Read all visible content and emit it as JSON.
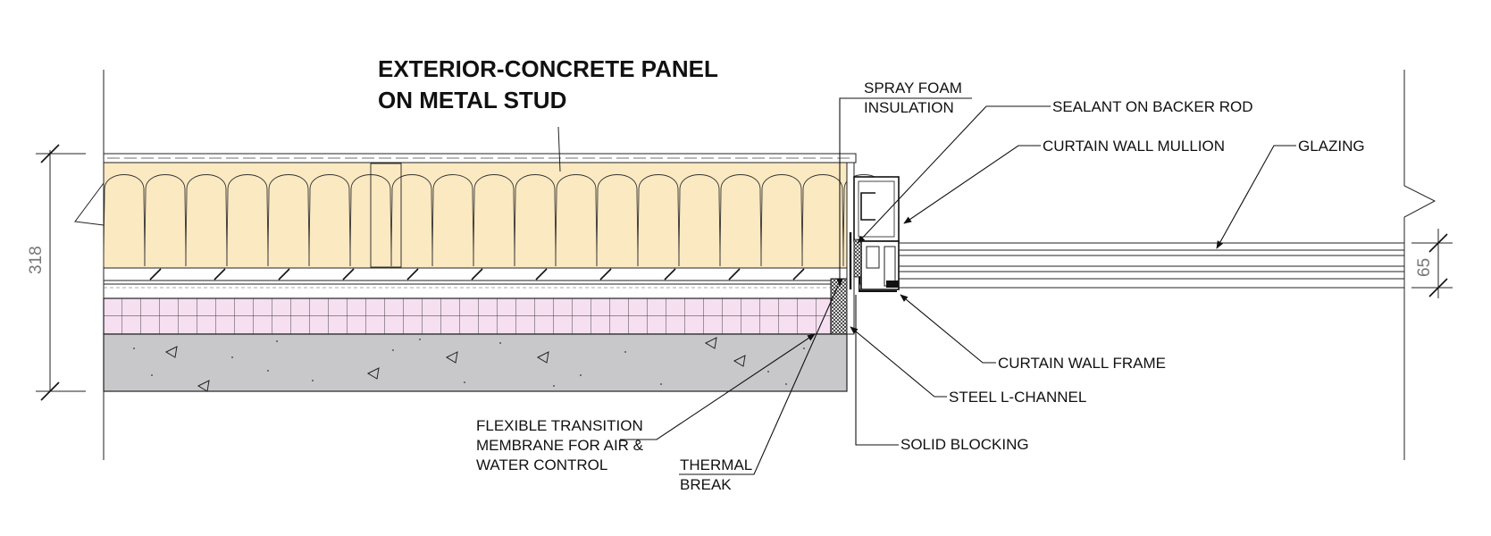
{
  "title": {
    "line1": "EXTERIOR-CONCRETE PANEL",
    "line2": "ON METAL STUD"
  },
  "labels": {
    "spray_foam_1": "SPRAY FOAM",
    "spray_foam_2": "INSULATION",
    "sealant": "SEALANT ON BACKER ROD",
    "mullion": "CURTAIN WALL MULLION",
    "glazing": "GLAZING",
    "cw_frame": "CURTAIN WALL FRAME",
    "steel_channel": "STEEL L-CHANNEL",
    "solid_blocking": "SOLID BLOCKING",
    "membrane_1": "FLEXIBLE TRANSITION",
    "membrane_2": "MEMBRANE FOR AIR &",
    "membrane_3": "WATER CONTROL",
    "thermal_1": "THERMAL",
    "thermal_2": "BREAK"
  },
  "dimensions": {
    "wall_thickness": "318",
    "glazing_thickness": "65"
  },
  "colors": {
    "insulation": "#fbe9c1",
    "sheathing_grid": "#f5dff0",
    "concrete": "#c8c8ca",
    "lines": "#222222"
  }
}
